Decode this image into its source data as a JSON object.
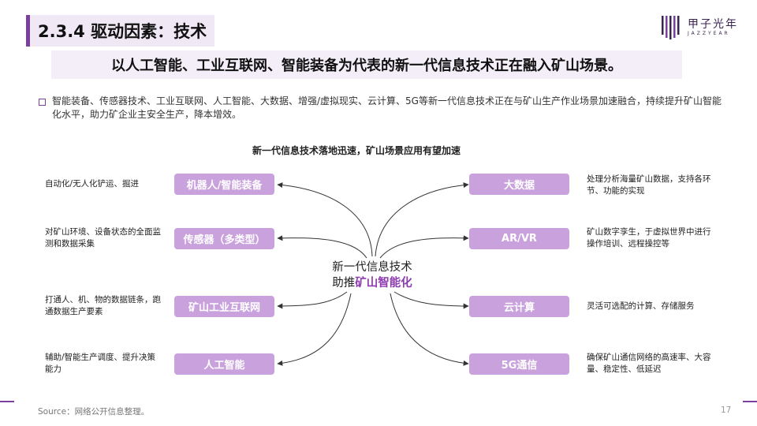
{
  "header": {
    "title": "2.3.4 驱动因素：技术",
    "logo_cn": "甲子光年",
    "logo_en": "JAZZYEAR",
    "accent_color": "#7b3f9e"
  },
  "headline": "以人工智能、工业互联网、智能装备为代表的新一代信息技术正在融入矿山场景。",
  "bullet": "智能装备、传感器技术、工业互联网、人工智能、大数据、增强/虚拟现实、云计算、5G等新一代信息技术正在与矿山生产作业场景加速融合，持续提升矿山智能化水平，助力矿企业主安全生产，降本增效。",
  "diagram": {
    "title": "新一代信息技术落地迅速，矿山场景应用有望加速",
    "center_line1": "新一代信息技术",
    "center_line2_prefix": "助推",
    "center_line2_highlight": "矿山智能化",
    "pill_color": "#c9a1dd",
    "left": [
      {
        "label": "机器人/智能装备",
        "desc": "自动化/无人化铲运、掘进"
      },
      {
        "label": "传感器（多类型）",
        "desc": "对矿山环境、设备状态的全面监测和数据采集"
      },
      {
        "label": "矿山工业互联网",
        "desc": "打通人、机、物的数据链条，跑通数据生产要素"
      },
      {
        "label": "人工智能",
        "desc": "辅助/智能生产调度、提升决策能力"
      }
    ],
    "right": [
      {
        "label": "大数据",
        "desc": "处理分析海量矿山数据，支持各环节、功能的实现"
      },
      {
        "label": "AR/VR",
        "desc": "矿山数字孪生，于虚拟世界中进行操作培训、远程操控等"
      },
      {
        "label": "云计算",
        "desc": "灵活可选配的计算、存储服务"
      },
      {
        "label": "5G通信",
        "desc": "确保矿山通信网络的高速率、大容量、稳定性、低延迟"
      }
    ]
  },
  "footer": {
    "source": "Source：网络公开信息整理。",
    "page": "17"
  }
}
